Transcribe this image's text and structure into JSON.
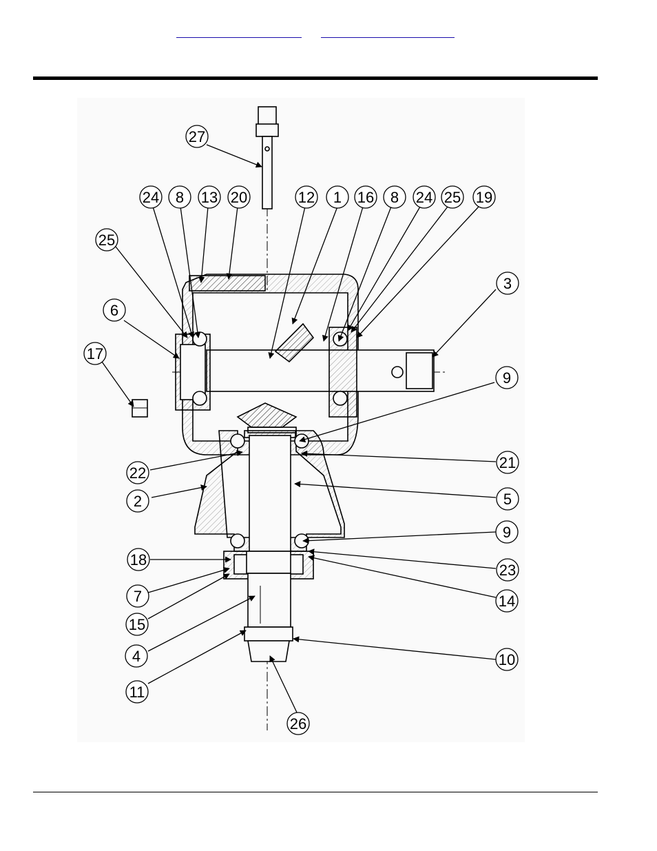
{
  "nav": {
    "link1": "",
    "link2": ""
  },
  "callouts": [
    {
      "id": "c27",
      "label": "27"
    },
    {
      "id": "c24a",
      "label": "24"
    },
    {
      "id": "c8a",
      "label": "8"
    },
    {
      "id": "c13",
      "label": "13"
    },
    {
      "id": "c20",
      "label": "20"
    },
    {
      "id": "c12",
      "label": "12"
    },
    {
      "id": "c1",
      "label": "1"
    },
    {
      "id": "c16",
      "label": "16"
    },
    {
      "id": "c8b",
      "label": "8"
    },
    {
      "id": "c24b",
      "label": "24"
    },
    {
      "id": "c25b",
      "label": "25"
    },
    {
      "id": "c19",
      "label": "19"
    },
    {
      "id": "c25a",
      "label": "25"
    },
    {
      "id": "c3",
      "label": "3"
    },
    {
      "id": "c6",
      "label": "6"
    },
    {
      "id": "c17",
      "label": "17"
    },
    {
      "id": "c9a",
      "label": "9"
    },
    {
      "id": "c21",
      "label": "21"
    },
    {
      "id": "c22",
      "label": "22"
    },
    {
      "id": "c2",
      "label": "2"
    },
    {
      "id": "c5",
      "label": "5"
    },
    {
      "id": "c9b",
      "label": "9"
    },
    {
      "id": "c18",
      "label": "18"
    },
    {
      "id": "c23",
      "label": "23"
    },
    {
      "id": "c7",
      "label": "7"
    },
    {
      "id": "c14",
      "label": "14"
    },
    {
      "id": "c15",
      "label": "15"
    },
    {
      "id": "c4",
      "label": "4"
    },
    {
      "id": "c10",
      "label": "10"
    },
    {
      "id": "c11",
      "label": "11"
    },
    {
      "id": "c26",
      "label": "26"
    }
  ]
}
